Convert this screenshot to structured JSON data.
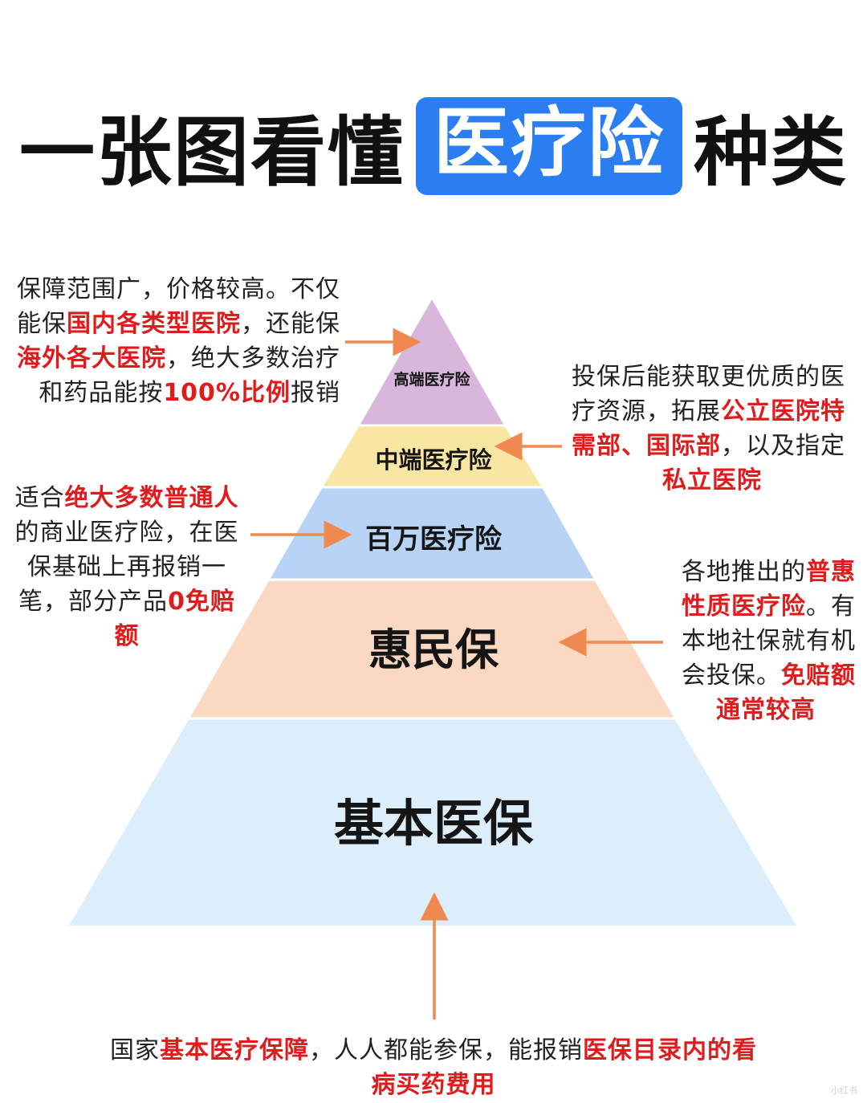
{
  "title": {
    "prefix": "一张图看懂",
    "highlight": "医疗险",
    "suffix": "种类",
    "highlight_color": "#2b7ef2"
  },
  "pyramid": {
    "tiers": [
      {
        "label": "高端医疗险",
        "color": "#d9b6db"
      },
      {
        "label": "中端医疗险",
        "color": "#f9e6a3"
      },
      {
        "label": "百万医疗险",
        "color": "#b7d3f6"
      },
      {
        "label": "惠民保",
        "color": "#fbd8c2"
      },
      {
        "label": "基本医保",
        "color": "#dcedfb"
      }
    ]
  },
  "notes": {
    "high_end": [
      [
        {
          "t": "保障范围广，价格较高。不仅"
        }
      ],
      [
        {
          "t": "能保"
        },
        {
          "t": "国内各类型医院",
          "r": true
        },
        {
          "t": "，还能保"
        }
      ],
      [
        {
          "t": "海外各大医院",
          "r": true
        },
        {
          "t": "，绝大多数治疗"
        }
      ],
      [
        {
          "t": "和药品能按"
        },
        {
          "t": "100%比例",
          "r": true
        },
        {
          "t": "报销"
        }
      ]
    ],
    "mid_end": [
      [
        {
          "t": "投保后能获取更优质的医"
        }
      ],
      [
        {
          "t": "疗资源，拓展"
        },
        {
          "t": "公立医院特",
          "r": true
        }
      ],
      [
        {
          "t": "需部、国际部",
          "r": true
        },
        {
          "t": "，以及指定"
        }
      ],
      [
        {
          "t": "私立医院",
          "r": true
        }
      ]
    ],
    "million": [
      [
        {
          "t": "适合"
        },
        {
          "t": "绝大多数普通人",
          "r": true
        }
      ],
      [
        {
          "t": "的商业医疗险，在医"
        }
      ],
      [
        {
          "t": "保基础上再报销一"
        }
      ],
      [
        {
          "t": "笔，部分产品"
        },
        {
          "t": "0免赔额",
          "r": true
        }
      ]
    ],
    "huimin": [
      [
        {
          "t": "各地推出的"
        },
        {
          "t": "普惠",
          "r": true
        }
      ],
      [
        {
          "t": "性质医疗险",
          "r": true
        },
        {
          "t": "。有"
        }
      ],
      [
        {
          "t": "本地社保就有机"
        }
      ],
      [
        {
          "t": "会投保。"
        },
        {
          "t": "免赔额",
          "r": true
        }
      ],
      [
        {
          "t": "通常较高",
          "r": true
        }
      ]
    ],
    "basic": [
      [
        {
          "t": "国家"
        },
        {
          "t": "基本医疗保障",
          "r": true
        },
        {
          "t": "，人人都能参保，能报销"
        },
        {
          "t": "医保目录内的看",
          "r": true
        }
      ],
      [
        {
          "t": "病买药费用",
          "r": true
        }
      ]
    ]
  },
  "colors": {
    "accent_red": "#e01b1b",
    "arrow": "#f0894f"
  },
  "watermark": "小红书"
}
